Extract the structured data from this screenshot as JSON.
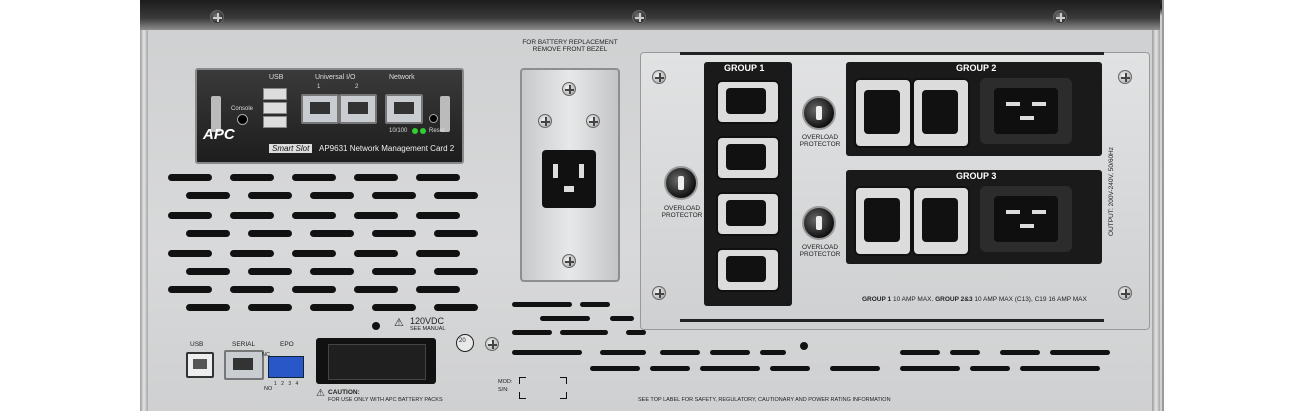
{
  "unit": {
    "brand": "APC"
  },
  "nmc": {
    "brand": "APC",
    "smartslot": "Smart Slot",
    "model": "AP9631 Network Management Card 2",
    "usb_label": "USB",
    "universal_io_label": "Universal I/O",
    "io_port_1": "1",
    "io_port_2": "2",
    "network_label": "Network",
    "console_label": "Console",
    "speed_label": "10/100",
    "reset_label": "Reset"
  },
  "battery_replacement": {
    "line1": "FOR BATTERY REPLACEMENT",
    "line2": "REMOVE FRONT BEZEL"
  },
  "outlets": {
    "group1": "GROUP 1",
    "group2": "GROUP 2",
    "group3": "GROUP 3",
    "overload": "OVERLOAD",
    "protector": "PROTECTOR",
    "output_rating": "OUTPUT: 200V-240V, 50/60Hz",
    "rating_g1_bold": "GROUP 1",
    "rating_g1": "10 AMP MAX.",
    "rating_g23_bold": "GROUP 2&3",
    "rating_g23": "10 AMP MAX (C13), C19 16 AMP MAX"
  },
  "bottom": {
    "usb": "USB",
    "serial": "SERIAL",
    "epo": "EPO",
    "epo_nc": "NC",
    "epo_no": "NO",
    "epo_pins": [
      "1",
      "2",
      "3",
      "4"
    ],
    "vdc": "120VDC",
    "see_manual": "SEE MANUAL",
    "caution": "CAUTION:",
    "caution_text": "FOR USE ONLY WITH APC BATTERY PACKS",
    "mod": "MOD:",
    "sn": "S/N:",
    "safety_note": "SEE TOP LABEL FOR SAFETY, REGULATORY, CAUTIONARY AND POWER RATING INFORMATION",
    "ground_mark": "20"
  }
}
